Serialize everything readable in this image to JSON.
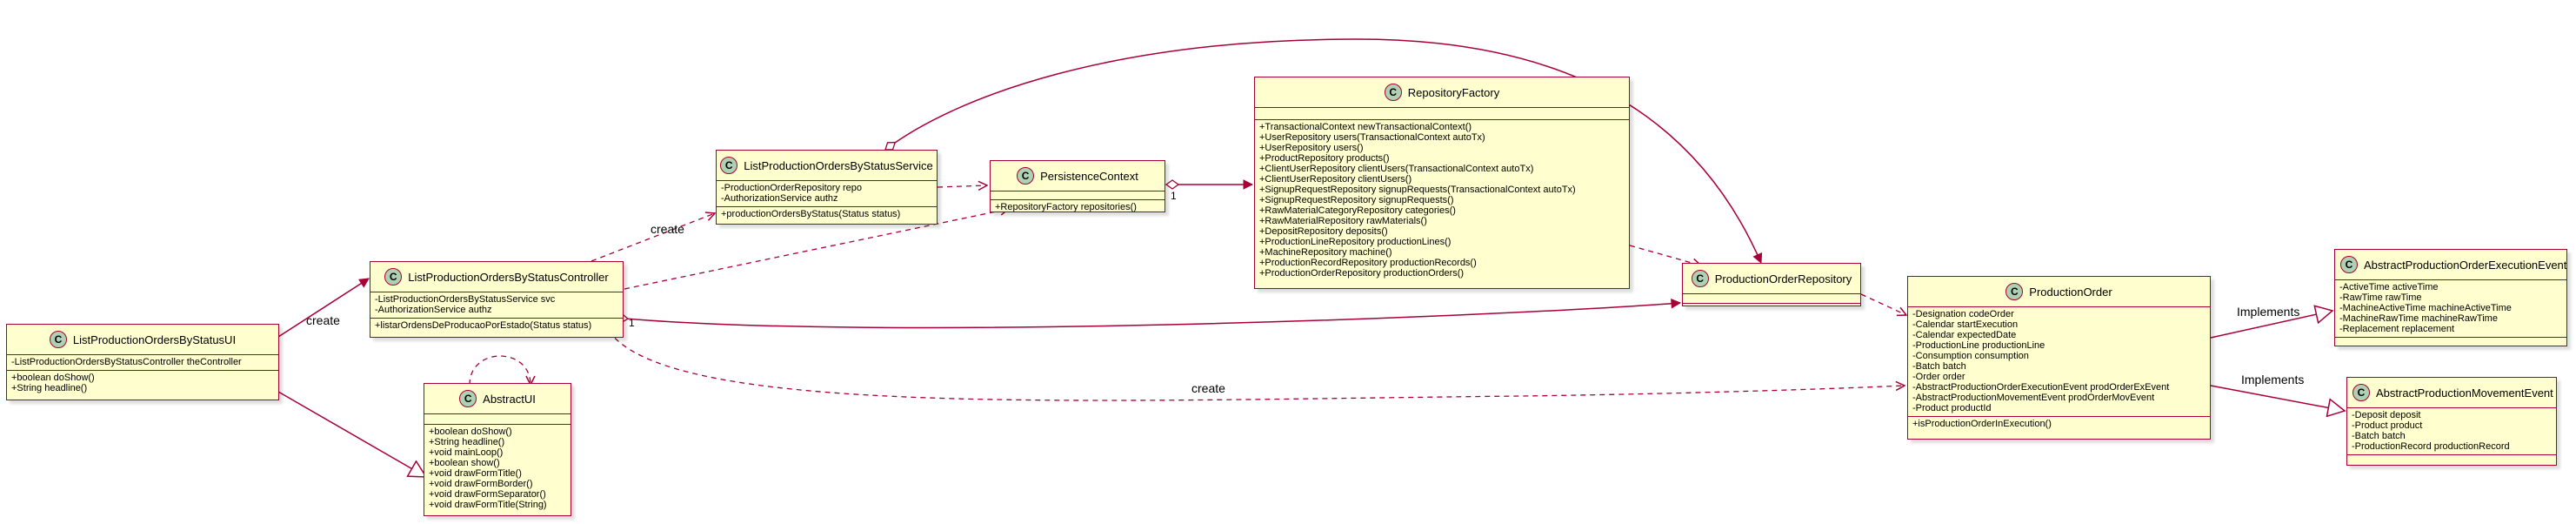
{
  "classes": {
    "ui": {
      "name": "ListProductionOrdersByStatusUI",
      "fields": [
        "-ListProductionOrdersByStatusController theController"
      ],
      "methods": [
        "+boolean doShow()",
        "+String headline()"
      ]
    },
    "controller": {
      "name": "ListProductionOrdersByStatusController",
      "fields": [
        "-ListProductionOrdersByStatusService svc",
        "-AuthorizationService authz"
      ],
      "methods": [
        "+listarOrdensDeProducaoPorEstado(Status status)"
      ]
    },
    "abstractui": {
      "name": "AbstractUI",
      "fields": [],
      "methods": [
        "+boolean doShow()",
        "+String headline()",
        "+void mainLoop()",
        "+boolean show()",
        "+void drawFormTitle()",
        "+void drawFormBorder()",
        "+void drawFormSeparator()",
        "+void drawFormTitle(String)"
      ]
    },
    "service": {
      "name": "ListProductionOrdersByStatusService",
      "fields": [
        "-ProductionOrderRepository repo",
        "-AuthorizationService authz"
      ],
      "methods": [
        "+productionOrdersByStatus(Status status)"
      ]
    },
    "persistence": {
      "name": "PersistenceContext",
      "fields": [],
      "methods": [
        "+RepositoryFactory repositories()"
      ]
    },
    "factory": {
      "name": "RepositoryFactory",
      "fields": [],
      "methods": [
        "+TransactionalContext newTransactionalContext()",
        "+UserRepository users(TransactionalContext autoTx)",
        "+UserRepository users()",
        "+ProductRepository products()",
        "+ClientUserRepository clientUsers(TransactionalContext autoTx)",
        "+ClientUserRepository clientUsers()",
        "+SignupRequestRepository signupRequests(TransactionalContext autoTx)",
        "+SignupRequestRepository signupRequests()",
        "+RawMaterialCategoryRepository categories()",
        "+RawMaterialRepository rawMaterials()",
        "+DepositRepository deposits()",
        "+ProductionLineRepository productionLines()",
        "+MachineRepository machine()",
        "+ProductionRecordRepository productionRecords()",
        "+ProductionOrderRepository productionOrders()"
      ]
    },
    "porepo": {
      "name": "ProductionOrderRepository",
      "fields": [],
      "methods": []
    },
    "order": {
      "name": "ProductionOrder",
      "fields": [
        "-Designation codeOrder",
        "-Calendar startExecution",
        "-Calendar expectedDate",
        "-ProductionLine productionLine",
        "-Consumption consumption",
        "-Batch batch",
        "-Order order",
        "-AbstractProductionOrderExecutionEvent prodOrderExEvent",
        "-AbstractProductionMovementEvent prodOrderMovEvent",
        "-Product productId"
      ],
      "methods": [
        "+isProductionOrderInExecution()"
      ]
    },
    "execevent": {
      "name": "AbstractProductionOrderExecutionEvent",
      "fields": [
        "-ActiveTime activeTime",
        "-RawTime rawTime",
        "-MachineActiveTime machineActiveTime",
        "-MachineRawTime machineRawTime",
        "-Replacement replacement"
      ],
      "methods": []
    },
    "movevent": {
      "name": "AbstractProductionMovementEvent",
      "fields": [
        "-Deposit deposit",
        "-Product product",
        "-Batch batch",
        "-ProductionRecord productionRecord"
      ],
      "methods": []
    }
  },
  "relations": {
    "create_ui_controller": "create",
    "create_controller_service": "create",
    "create_controller_order": "create",
    "implements_exec": "Implements",
    "implements_mov": "Implements",
    "mult_persistence_factory": "1",
    "mult_controller_repo": "1"
  },
  "colors": {
    "class_fill": "#fefece",
    "border": "#a80036",
    "class_icon": "#add1b2"
  }
}
